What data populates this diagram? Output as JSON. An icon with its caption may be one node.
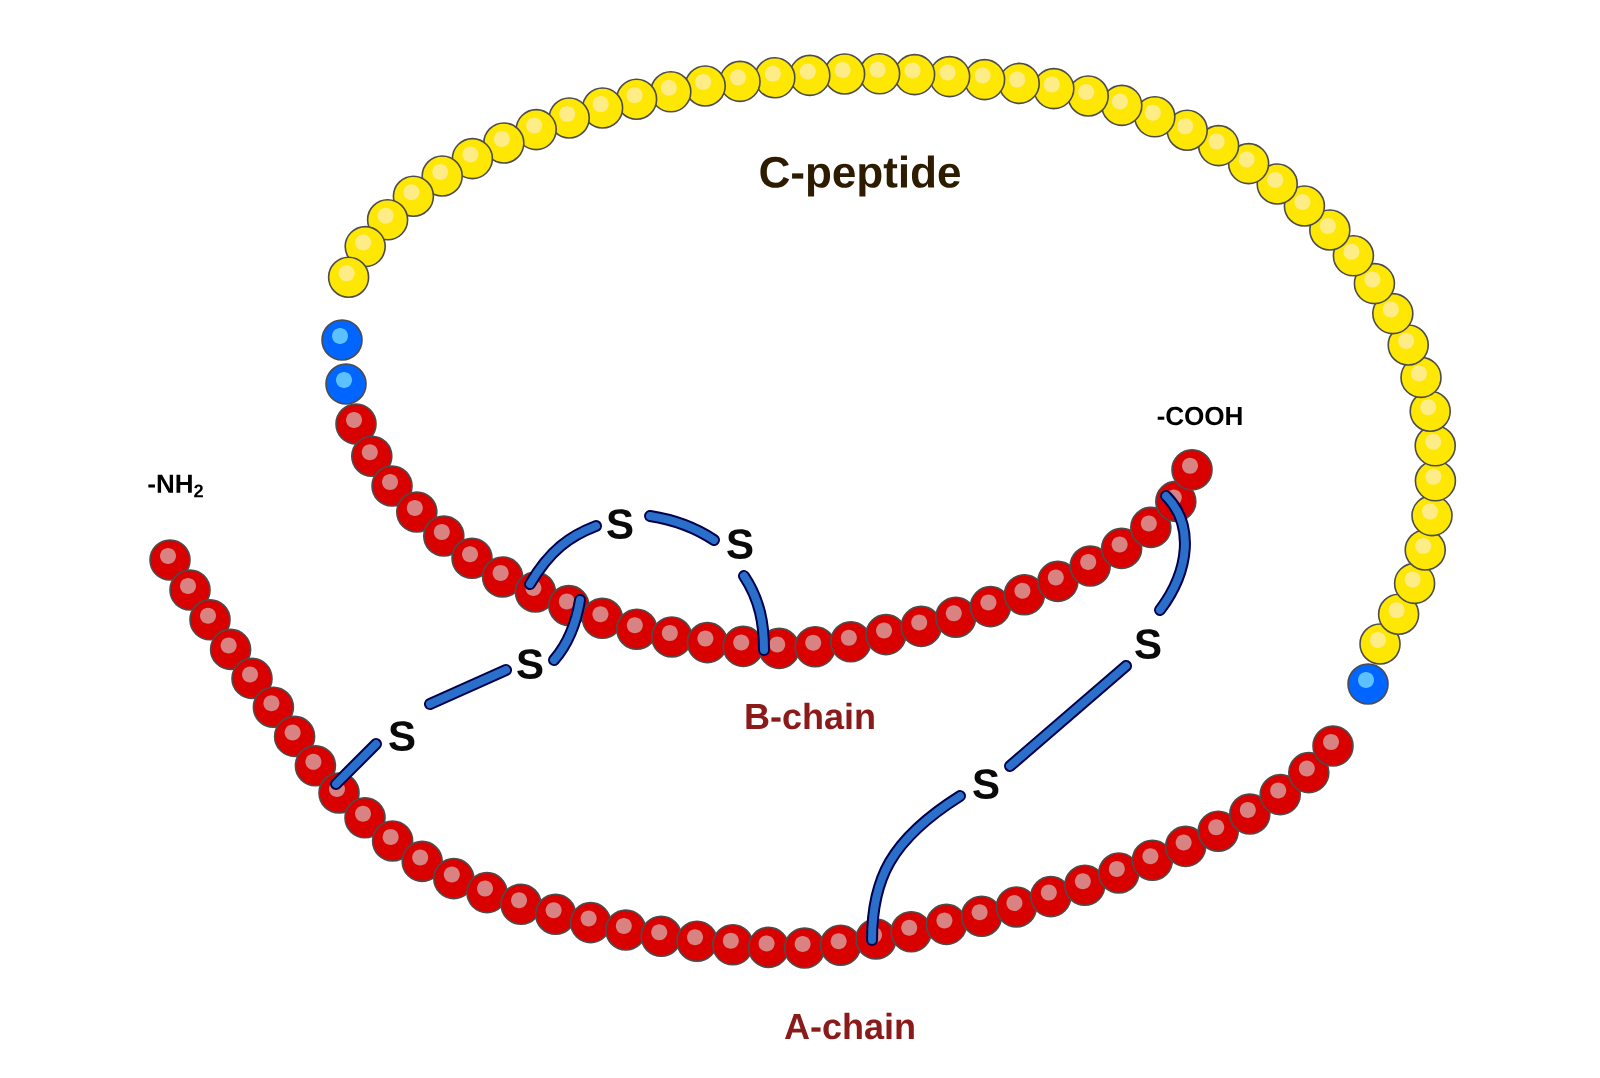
{
  "diagram": {
    "labels": [
      "C-peptide",
      "-COOH",
      "-NH$_{2}$",
      "S",
      "S",
      "S",
      "S",
      "B-chain",
      "S",
      "S",
      "A-chain"
    ]
  }
}
